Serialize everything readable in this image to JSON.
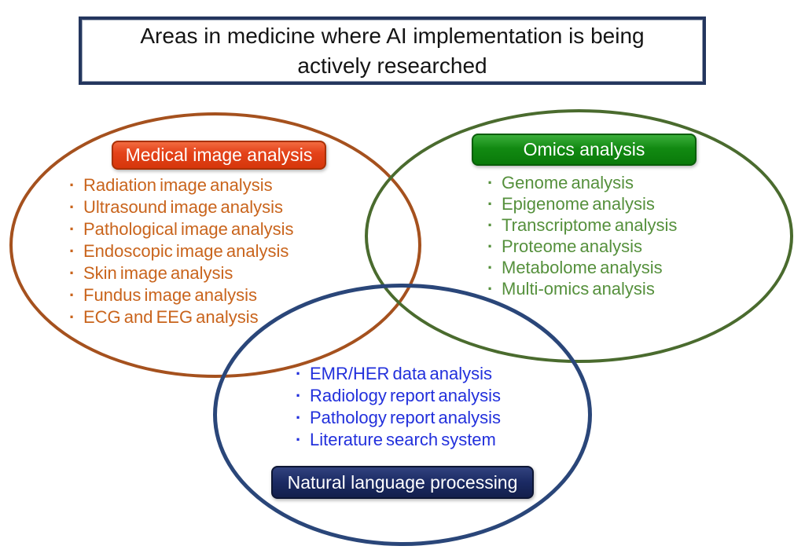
{
  "title": {
    "text": "Areas in medicine where AI implementation is being actively researched"
  },
  "bullet": "·",
  "groups": [
    {
      "label": "Medical image analysis",
      "items": [
        "Radiation image analysis",
        "Ultrasound image analysis",
        "Pathological image analysis",
        "Endoscopic image analysis",
        "Skin image analysis",
        "Fundus image analysis",
        "ECG and EEG analysis"
      ],
      "colors": {
        "badge_fill": "#E4431A",
        "badge_border": "#A93105",
        "item_text": "#C9641C",
        "ellipse_stroke": "#A5511E"
      }
    },
    {
      "label": "Omics analysis",
      "items": [
        "Genome analysis",
        "Epigenome analysis",
        "Transcriptome analysis",
        "Proteome analysis",
        "Metabolome analysis",
        "Multi-omics analysis"
      ],
      "colors": {
        "badge_fill": "#128A12",
        "badge_border": "#0A5E0A",
        "item_text": "#55903C",
        "ellipse_stroke": "#4A6B2E"
      }
    },
    {
      "label": "Natural language processing",
      "items": [
        "EMR/HER data analysis",
        "Radiology report analysis",
        "Pathology report analysis",
        "Literature search system"
      ],
      "colors": {
        "badge_fill": "#1B2A63",
        "badge_border": "#0D1634",
        "item_text": "#2230DC",
        "ellipse_stroke": "#2A4679"
      }
    }
  ]
}
